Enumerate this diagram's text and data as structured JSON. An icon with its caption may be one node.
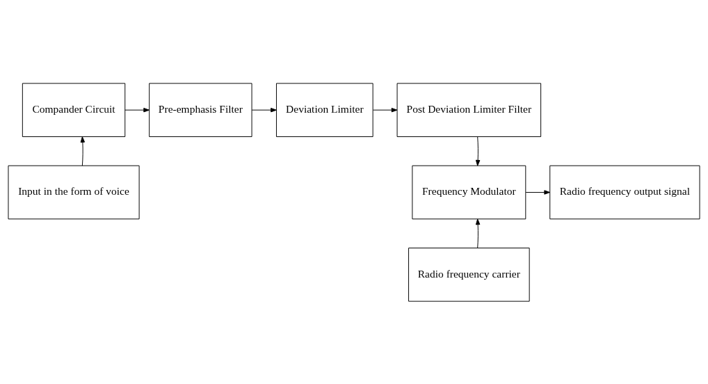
{
  "diagram": {
    "nodes": [
      {
        "text": [
          "Compander Circuit"
        ]
      },
      {
        "text": [
          "Pre-emphasis Filter"
        ]
      },
      {
        "text": [
          "Deviation Limiter"
        ]
      },
      {
        "text": [
          "Post Deviation Limiter Filter"
        ]
      },
      {
        "text": [
          "Input in the form of voice"
        ]
      },
      {
        "text": [
          "Radio frequency output signal"
        ]
      },
      {
        "text": [
          "Frequency Modulator"
        ]
      },
      {
        "text": [
          "Radio frequency carrier"
        ]
      }
    ],
    "edges": [
      {
        "from": 4,
        "to": 0,
        "arrow": "to"
      },
      {
        "from": 0,
        "to": 1,
        "arrow": "to"
      },
      {
        "from": 1,
        "to": 2,
        "arrow": "to"
      },
      {
        "from": 2,
        "to": 3,
        "arrow": "to"
      },
      {
        "from": 3,
        "to": 6,
        "arrow": "to"
      },
      {
        "from": 6,
        "to": 5,
        "arrow": "to"
      },
      {
        "from": 7,
        "to": 6,
        "arrow": "to"
      }
    ]
  }
}
